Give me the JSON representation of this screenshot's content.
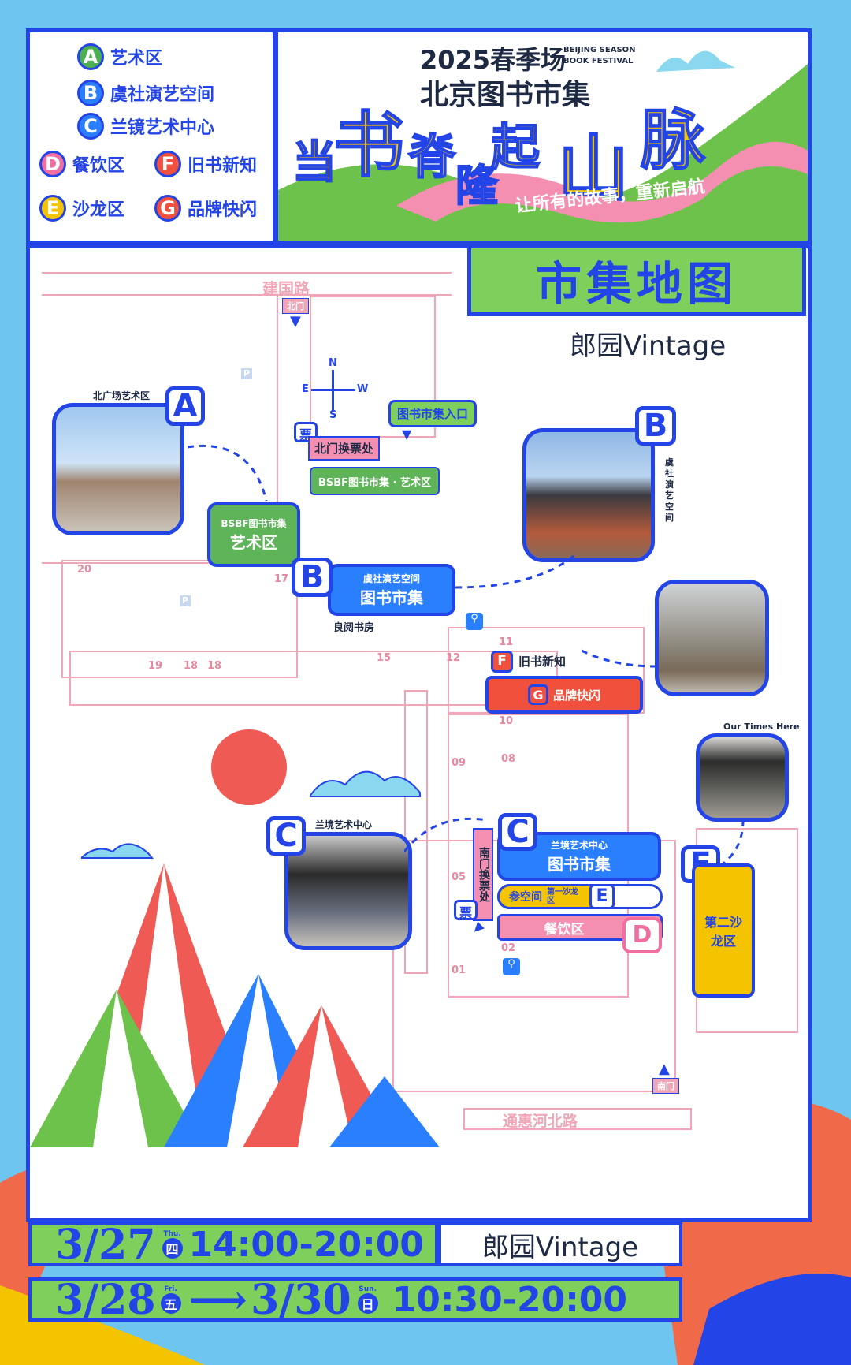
{
  "legend": [
    {
      "key": "A",
      "label": "艺术区",
      "color": "#4caf50"
    },
    {
      "key": "B",
      "label": "虞社演艺空间",
      "color": "#2a7fff"
    },
    {
      "key": "C",
      "label": "兰镜艺术中心",
      "color": "#2a7fff"
    },
    {
      "key": "D",
      "label": "餐饮区",
      "color": "#f06fa0"
    },
    {
      "key": "F",
      "label": "旧书新知",
      "color": "#f0503c"
    },
    {
      "key": "E",
      "label": "沙龙区",
      "color": "#f5c400"
    },
    {
      "key": "G",
      "label": "品牌快闪",
      "color": "#f0503c"
    }
  ],
  "header": {
    "year_title": "2025春季场",
    "en_line1": "BEIJING SEASON",
    "en_line2": "BOOK  FESTIVAL",
    "main_title": "北京图书市集",
    "slogan_chars": [
      "当",
      "书",
      "脊",
      "隆",
      "起",
      "山",
      "脉"
    ],
    "subtitle": "让所有的故事，重新启航"
  },
  "map": {
    "title": "市集地图",
    "venue": "郎园Vintage",
    "road_north": "建国路",
    "road_south": "通惠河北路",
    "north_gate": "北门",
    "south_gate": "南门",
    "compass": {
      "n": "N",
      "e": "E",
      "w": "W",
      "s": "S"
    },
    "ticket_icon": "票",
    "north_ticket": "北门换票处",
    "south_ticket": "南门换票处",
    "market_entrance": "图书市集入口",
    "bsbf_art_small": "BSBF图书市集 · 艺术区",
    "bsbf_art_line1": "BSBF图书市集",
    "bsbf_art_line2": "艺术区",
    "b_line1": "虞社演艺空间",
    "b_line2": "图书市集",
    "liangyue": "良阅书房",
    "c_line1": "兰境艺术中心",
    "c_line2": "图书市集",
    "f_label": "旧书新知",
    "g_label": "品牌快闪",
    "e_small_1": "参空间",
    "e_small_2": "第一沙龙区",
    "d_label": "餐饮区",
    "e_big": "第二沙龙区",
    "photo_a_caption": "北广场艺术区",
    "photo_b_caption": "虞社演艺空间",
    "photo_c_caption": "兰境艺术中心",
    "photo_e_caption": "Our Times Here",
    "parking": "P",
    "numbers": [
      "20",
      "17",
      "19",
      "18",
      "18",
      "15",
      "12",
      "11",
      "10",
      "08",
      "09",
      "05",
      "02",
      "01"
    ]
  },
  "schedule": [
    {
      "date": "3/27",
      "day_en": "Thu.",
      "day_cn": "四",
      "time": "14:00-20:00",
      "venue": "郎园Vintage"
    },
    {
      "date_from": "3/28",
      "day_from_en": "Fri.",
      "day_from_cn": "五",
      "arrow": "⟶",
      "date_to": "3/30",
      "day_to_en": "Sun.",
      "day_to_cn": "日",
      "time": "10:30-20:00"
    }
  ]
}
